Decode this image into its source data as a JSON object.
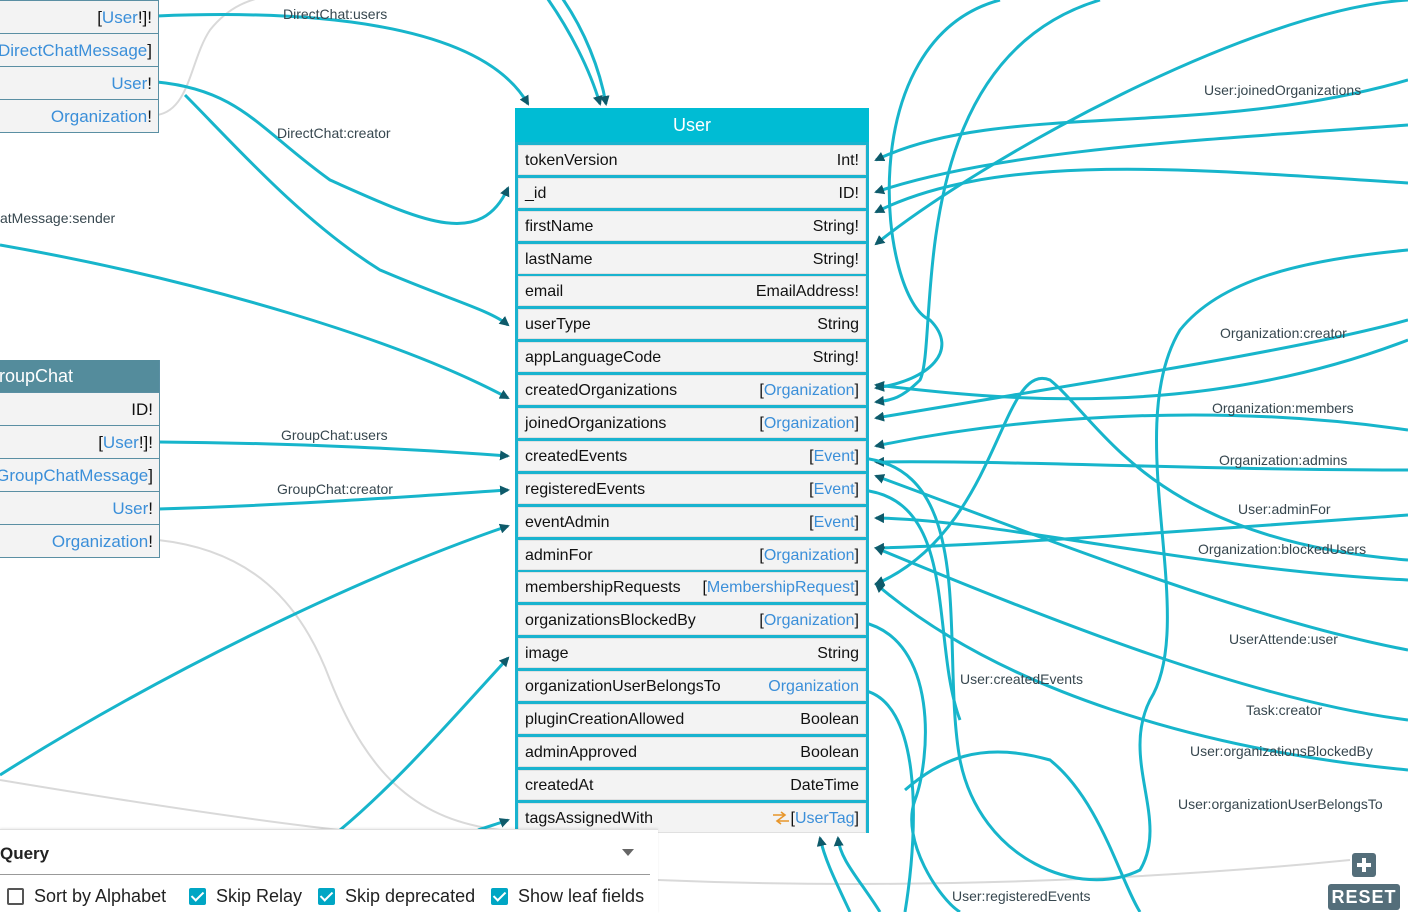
{
  "user_node": {
    "title": "User",
    "fields": [
      {
        "name": "tokenVersion",
        "type": "Int!"
      },
      {
        "name": "_id",
        "type": "ID!"
      },
      {
        "name": "firstName",
        "type": "String!"
      },
      {
        "name": "lastName",
        "type": "String!"
      },
      {
        "name": "email",
        "type": "EmailAddress!"
      },
      {
        "name": "userType",
        "type": "String"
      },
      {
        "name": "appLanguageCode",
        "type": "String!"
      },
      {
        "name": "createdOrganizations",
        "type_prefix": "[",
        "type_link": "Organization",
        "type_suffix": "]"
      },
      {
        "name": "joinedOrganizations",
        "type_prefix": "[",
        "type_link": "Organization",
        "type_suffix": "]"
      },
      {
        "name": "createdEvents",
        "type_prefix": "[",
        "type_link": "Event",
        "type_suffix": "]"
      },
      {
        "name": "registeredEvents",
        "type_prefix": "[",
        "type_link": "Event",
        "type_suffix": "]"
      },
      {
        "name": "eventAdmin",
        "type_prefix": "[",
        "type_link": "Event",
        "type_suffix": "]"
      },
      {
        "name": "adminFor",
        "type_prefix": "[",
        "type_link": "Organization",
        "type_suffix": "]"
      },
      {
        "name": "membershipRequests",
        "type_prefix": "[",
        "type_link": "MembershipRequest",
        "type_suffix": "]"
      },
      {
        "name": "organizationsBlockedBy",
        "type_prefix": "[",
        "type_link": "Organization",
        "type_suffix": "]"
      },
      {
        "name": "image",
        "type": "String"
      },
      {
        "name": "organizationUserBelongsTo",
        "type_link": "Organization"
      },
      {
        "name": "pluginCreationAllowed",
        "type": "Boolean"
      },
      {
        "name": "adminApproved",
        "type": "Boolean"
      },
      {
        "name": "createdAt",
        "type": "DateTime"
      },
      {
        "name": "tagsAssignedWith",
        "type_prefix": "[",
        "type_link": "UserTag",
        "type_suffix": "]",
        "icon": "relay-connection-icon"
      }
    ]
  },
  "directchat_node": {
    "fields": [
      {
        "type_prefix": "[",
        "type_link": "User",
        "type_suffix": "!]!"
      },
      {
        "type_link": "DirectChatMessage",
        "type_suffix": "]"
      },
      {
        "type_link": "User",
        "type_suffix": "!"
      },
      {
        "type_link": "Organization",
        "type_suffix": "!"
      }
    ]
  },
  "groupchat_node": {
    "title": "roupChat",
    "fields": [
      {
        "type": "ID!"
      },
      {
        "type_prefix": "[",
        "type_link": "User",
        "type_suffix": "!]!"
      },
      {
        "type_link": "GroupChatMessage",
        "type_suffix": "]"
      },
      {
        "type_link": "User",
        "type_suffix": "!"
      },
      {
        "type_link": "Organization",
        "type_suffix": "!"
      }
    ]
  },
  "edge_labels": {
    "directchat_users": "DirectChat:users",
    "directchat_creator": "DirectChat:creator",
    "message_sender": "atMessage:sender",
    "groupchat_users": "GroupChat:users",
    "groupchat_creator": "GroupChat:creator",
    "user_joined_orgs": "User:joinedOrganizations",
    "org_creator": "Organization:creator",
    "org_members": "Organization:members",
    "org_admins": "Organization:admins",
    "user_admin_for": "User:adminFor",
    "org_blocked_users": "Organization:blockedUsers",
    "user_attende_user": "UserAttende:user",
    "user_created_events": "User:createdEvents",
    "task_creator": "Task:creator",
    "user_orgs_blocked_by": "User:organizationsBlockedBy",
    "user_org_belongs_to": "User:organizationUserBelongsTo",
    "user_registered_events": "User:registeredEvents"
  },
  "settings": {
    "root_type": "Query",
    "options": [
      {
        "label": "Sort by Alphabet",
        "checked": false
      },
      {
        "label": "Skip Relay",
        "checked": true
      },
      {
        "label": "Skip deprecated",
        "checked": true
      },
      {
        "label": "Show leaf fields",
        "checked": true
      }
    ],
    "reset_label": "RESET"
  },
  "colors": {
    "edge": "#17b5cb",
    "edge_arrow": "#0e5a6a",
    "faded_edge": "#d9d9d9",
    "user_header": "#00bcd4",
    "groupchat_header": "#548c9c",
    "link_type": "#3b8fd9",
    "relay_icon": "#e8962b"
  }
}
